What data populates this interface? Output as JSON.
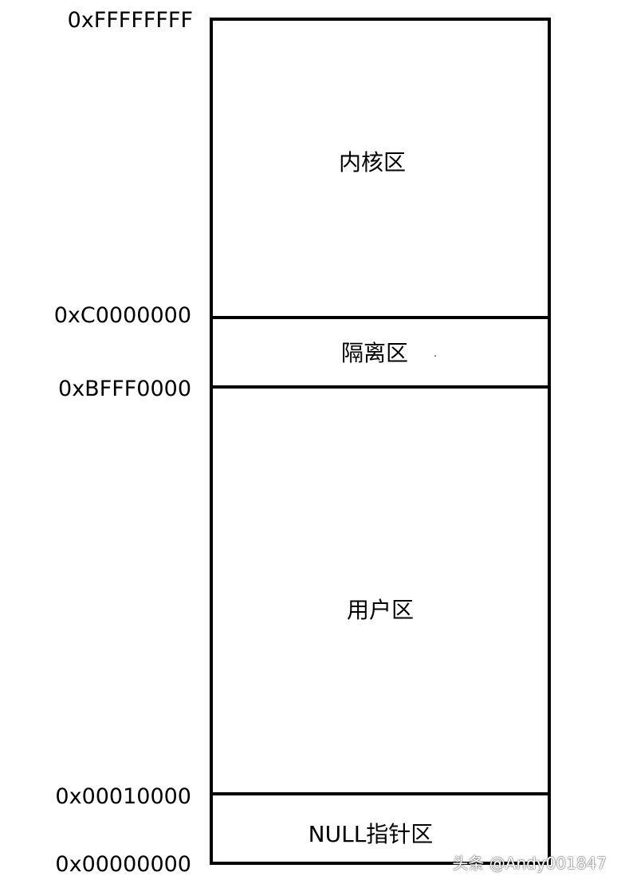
{
  "addresses": {
    "top": "0xFFFFFFFF",
    "kernel_start": "0xC0000000",
    "user_end": "0xBFFF0000",
    "user_start": "0x00010000",
    "bottom": "0x00000000"
  },
  "regions": {
    "kernel": "内核区",
    "gap": "隔离区",
    "user": "用户区",
    "null": "NULL指针区"
  },
  "watermark": "头条 @Andy001847"
}
